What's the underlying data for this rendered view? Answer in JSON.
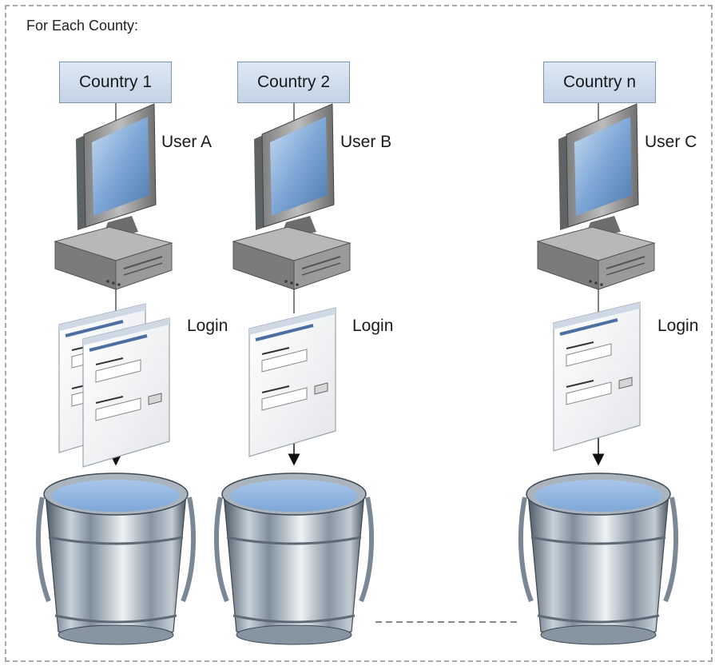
{
  "diagram": {
    "heading": "For Each County:",
    "columns": [
      {
        "country": "Country 1",
        "user": "User A",
        "login": "Login"
      },
      {
        "country": "Country 2",
        "user": "User B",
        "login": "Login"
      },
      {
        "country": "Country n",
        "user": "User C",
        "login": "Login"
      }
    ]
  },
  "colors": {
    "border_dashed": "#a9a9a9",
    "country_box_fill": "#cdd9e9",
    "screen_blue": "#7ea7d6",
    "water_blue": "#8fb3e0",
    "bucket_steel": "#8a9aa8"
  }
}
